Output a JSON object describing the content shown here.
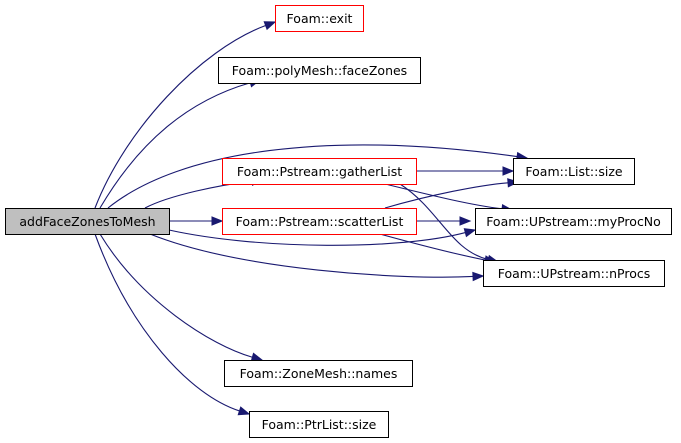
{
  "graph": {
    "colors": {
      "root_fill": "#bfbfbf",
      "root_stroke": "#000000",
      "node_fill": "#ffffff",
      "node_stroke_black": "#000000",
      "node_stroke_red": "#ff0000",
      "edge": "#191970"
    },
    "nodes": {
      "root": {
        "label": "addFaceZonesToMesh",
        "style": "root"
      },
      "exit": {
        "label": "Foam::exit",
        "style": "red"
      },
      "faceZones": {
        "label": "Foam::polyMesh::faceZones",
        "style": "black"
      },
      "gatherList": {
        "label": "Foam::Pstream::gatherList",
        "style": "red"
      },
      "scatterList": {
        "label": "Foam::Pstream::scatterList",
        "style": "red"
      },
      "listSize": {
        "label": "Foam::List::size",
        "style": "black"
      },
      "myProcNo": {
        "label": "Foam::UPstream::myProcNo",
        "style": "black"
      },
      "nProcs": {
        "label": "Foam::UPstream::nProcs",
        "style": "black"
      },
      "names": {
        "label": "Foam::ZoneMesh::names",
        "style": "black"
      },
      "ptrListSize": {
        "label": "Foam::PtrList::size",
        "style": "black"
      }
    },
    "edges": [
      [
        "root",
        "exit"
      ],
      [
        "root",
        "faceZones"
      ],
      [
        "root",
        "listSize"
      ],
      [
        "root",
        "gatherList"
      ],
      [
        "root",
        "scatterList"
      ],
      [
        "root",
        "myProcNo"
      ],
      [
        "root",
        "nProcs"
      ],
      [
        "root",
        "names"
      ],
      [
        "root",
        "ptrListSize"
      ],
      [
        "gatherList",
        "listSize"
      ],
      [
        "gatherList",
        "myProcNo"
      ],
      [
        "gatherList",
        "nProcs"
      ],
      [
        "scatterList",
        "listSize"
      ],
      [
        "scatterList",
        "myProcNo"
      ],
      [
        "scatterList",
        "nProcs"
      ]
    ]
  }
}
